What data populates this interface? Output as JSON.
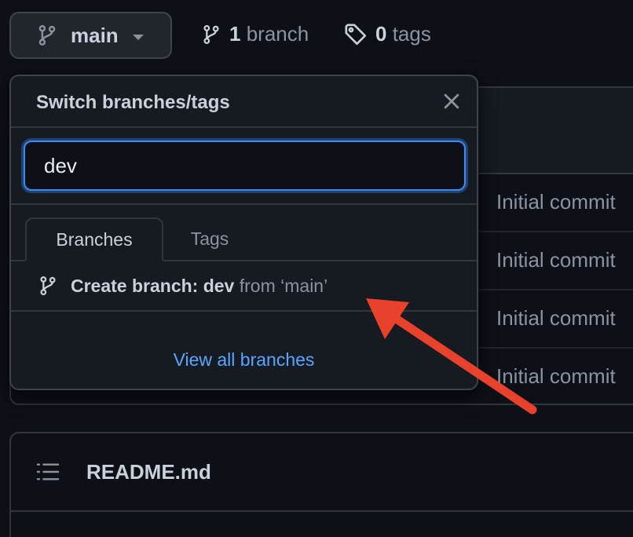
{
  "branch_button": {
    "label": "main"
  },
  "branch_count": {
    "number": "1",
    "label": "branch"
  },
  "tag_count": {
    "number": "0",
    "label": "tags"
  },
  "dropdown": {
    "title": "Switch branches/tags",
    "filter_value": "dev",
    "tabs": [
      {
        "label": "Branches",
        "active": true
      },
      {
        "label": "Tags",
        "active": false
      }
    ],
    "create_item": {
      "prefix": "Create branch: ",
      "name": "dev",
      "suffix": " from ‘main’"
    },
    "footer_link": "View all branches"
  },
  "files": {
    "commit_messages": [
      "Initial commit",
      "Initial commit",
      "Initial commit",
      "Initial commit"
    ]
  },
  "readme": {
    "title": "README.md"
  },
  "colors": {
    "background": "#0d1117",
    "panel": "#161b22",
    "border": "#30363d",
    "accent_blue": "#58a6ff",
    "focus_ring": "#388bfd",
    "annotation_arrow": "#e8412c"
  },
  "icons": {
    "branch": "git-branch-icon",
    "tag": "tag-icon",
    "close": "close-icon",
    "list": "list-unordered-icon"
  }
}
